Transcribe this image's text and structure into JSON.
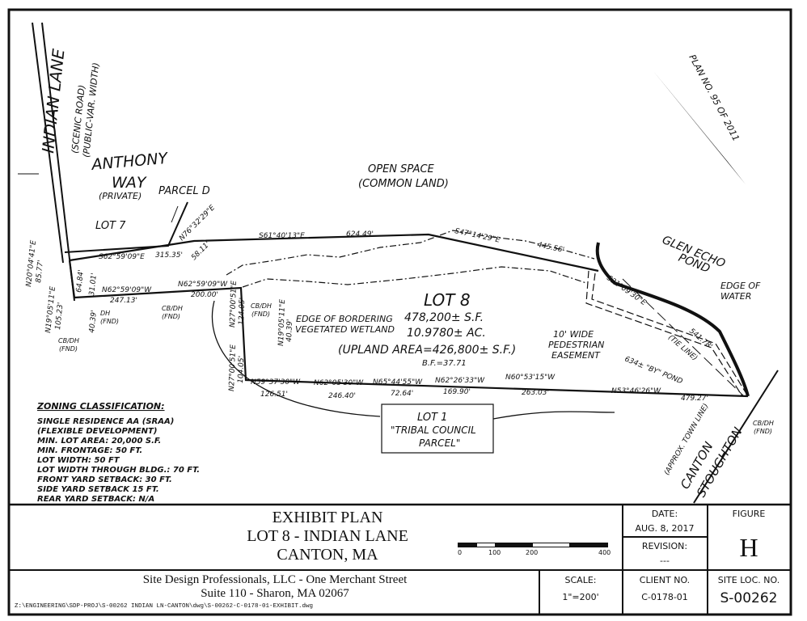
{
  "streets": {
    "indian_lane": "INDIAN LANE",
    "indian_lane_note1": "(SCENIC ROAD)",
    "indian_lane_note2": "(PUBLIC-VAR. WIDTH)",
    "anthony": "ANTHONY",
    "way": "WAY",
    "private": "(PRIVATE)"
  },
  "areas": {
    "parcel_d": "PARCEL D",
    "lot7": "LOT 7",
    "open_space": "OPEN SPACE",
    "common_land": "(COMMON LAND)",
    "glen_echo": "GLEN ECHO",
    "pond": "POND",
    "edge_water1": "EDGE OF",
    "edge_water2": "WATER",
    "wetland1": "EDGE OF BORDERING",
    "wetland2": "VEGETATED WETLAND",
    "easement1": "10' WIDE",
    "easement2": "PEDESTRIAN",
    "easement3": "EASEMENT",
    "lot1": "LOT 1",
    "lot1_name1": "\"TRIBAL COUNCIL",
    "lot1_name2": "PARCEL\"",
    "town_line": "(APPROX. TOWN LINE)",
    "canton": "CANTON",
    "stoughton": "STOUGHTON",
    "plan_no": "PLAN NO. 95 OF 2011"
  },
  "lot8": {
    "title": "LOT 8",
    "sf": "478,200± S.F.",
    "ac": "10.9780± AC.",
    "upland": "(UPLAND AREA=426,800± S.F.)",
    "bf": "B.F.=37.71"
  },
  "bearings": {
    "b1": "N76°32'29\"E",
    "d1": "58.11'",
    "b2": "S61°40'13\"E",
    "d2": "624.49'",
    "b3": "S47°14'29\"E",
    "d3": "445.56'",
    "b4": "S62°59'09\"E",
    "d4": "315.35'",
    "b5": "N62°59'09\"W",
    "d5": "247.13'",
    "b6": "N62°59'09\"W",
    "d6": "200.00'",
    "b7": "N20°04'41\"E",
    "d7": "85.77'",
    "b8": "N19°05'11\"E",
    "d8": "105.23'",
    "d9": "64.84'",
    "d10": "31.01'",
    "d11": "40.39'",
    "b12": "N27°00'51\"E",
    "d12": "124.05'",
    "b13": "N27°00'51\"E",
    "d13": "104.05'",
    "b14": "N19°05'11\"E",
    "d14": "40.39'",
    "b15": "N59°37'30\"W",
    "d15": "126.51'",
    "b16": "N62°05'30\"W",
    "d16": "246.40'",
    "b17": "N65°44'55\"W",
    "d17": "72.64'",
    "b18": "N62°26'33\"W",
    "d18": "169.90'",
    "b19": "N60°53'15\"W",
    "d19": "263.03'",
    "b20": "N53°46'26\"W",
    "d20": "479.27'",
    "b21": "S21°09'30\"E",
    "d21": "541.78'",
    "tie": "(TIE LINE)",
    "by_pond": "634± \"BY\" POND"
  },
  "monuments": {
    "cbdh": "CB/DH",
    "fnd": "(FND)",
    "dh": "DH"
  },
  "zoning": {
    "title": "ZONING CLASSIFICATION:",
    "lines": [
      "SINGLE RESIDENCE AA (SRAA)",
      "(FLEXIBLE DEVELOPMENT)",
      "MIN. LOT AREA: 20,000 S.F.",
      "MIN. FRONTAGE: 50 FT.",
      "LOT WIDTH: 50 FT",
      "LOT WIDTH THROUGH BLDG.: 70 FT.",
      "FRONT YARD SETBACK:   30 FT.",
      "SIDE YARD SETBACK    15 FT.",
      "REAR YARD SETBACK:  N/A"
    ]
  },
  "title_block": {
    "title1": "EXHIBIT PLAN",
    "title2": "LOT 8 - INDIAN LANE",
    "title3": "CANTON, MA",
    "scale_ticks": [
      "0",
      "100",
      "200",
      "400"
    ],
    "date_label": "DATE:",
    "date": "AUG. 8, 2017",
    "revision_label": "REVISION:",
    "revision": "---",
    "figure_label": "FIGURE",
    "figure": "H",
    "company1": "Site Design Professionals, LLC  -  One Merchant Street",
    "company2": "Suite 110  -  Sharon, MA 02067",
    "file_path": "Z:\\ENGINEERING\\SDP-PROJ\\S-00262 INDIAN LN-CANTON\\dwg\\S-00262-C-0178-01-EXHIBIT.dwg",
    "scale_label": "SCALE:",
    "scale": "1\"=200'",
    "client_label": "CLIENT NO.",
    "client": "C-0178-01",
    "site_label": "SITE LOC. NO.",
    "site": "S-00262"
  }
}
